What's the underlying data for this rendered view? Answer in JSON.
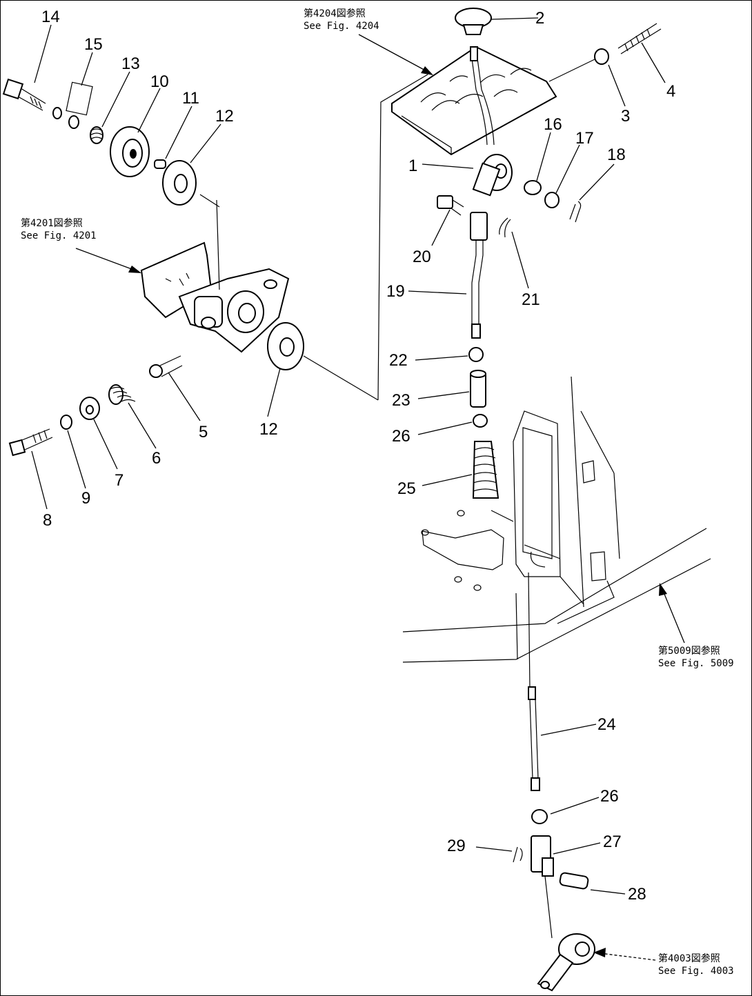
{
  "references": [
    {
      "jp": "第4204図参照",
      "en": "See  Fig. 4204"
    },
    {
      "jp": "第4201図参照",
      "en": "See  Fig. 4201"
    },
    {
      "jp": "第5009図参照",
      "en": "See  Fig. 5009"
    },
    {
      "jp": "第4003図参照",
      "en": "See  Fig. 4003"
    }
  ],
  "callouts": [
    {
      "label": "1"
    },
    {
      "label": "2"
    },
    {
      "label": "3"
    },
    {
      "label": "4"
    },
    {
      "label": "5"
    },
    {
      "label": "6"
    },
    {
      "label": "7"
    },
    {
      "label": "8"
    },
    {
      "label": "9"
    },
    {
      "label": "10"
    },
    {
      "label": "11"
    },
    {
      "label": "12"
    },
    {
      "label": "12"
    },
    {
      "label": "13"
    },
    {
      "label": "14"
    },
    {
      "label": "15"
    },
    {
      "label": "16"
    },
    {
      "label": "17"
    },
    {
      "label": "18"
    },
    {
      "label": "19"
    },
    {
      "label": "20"
    },
    {
      "label": "21"
    },
    {
      "label": "22"
    },
    {
      "label": "23"
    },
    {
      "label": "24"
    },
    {
      "label": "25"
    },
    {
      "label": "26"
    },
    {
      "label": "26"
    },
    {
      "label": "27"
    },
    {
      "label": "28"
    },
    {
      "label": "29"
    }
  ]
}
